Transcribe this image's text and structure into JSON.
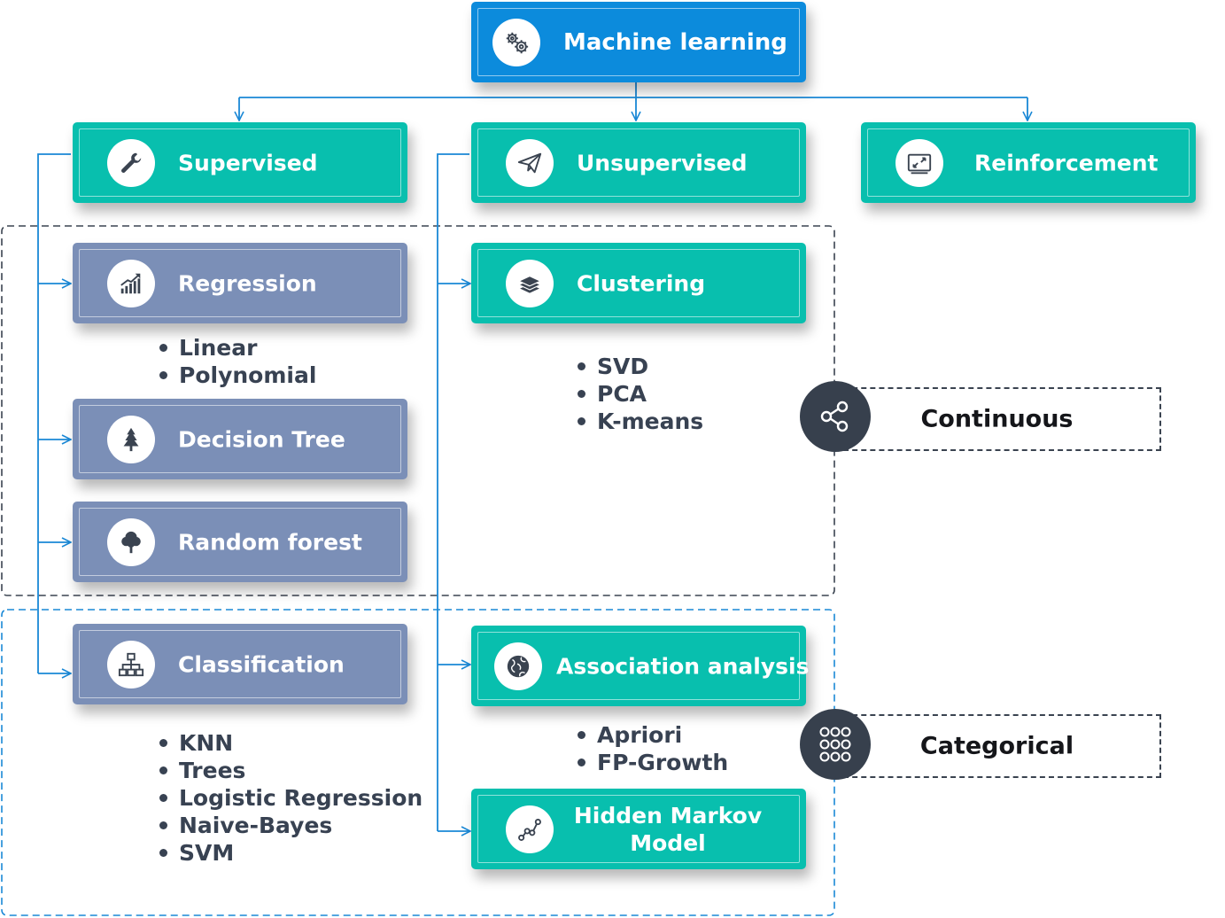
{
  "root": {
    "label": "Machine learning",
    "icon": "gears-icon"
  },
  "branches": {
    "supervised": {
      "label": "Supervised",
      "icon": "wrench-icon"
    },
    "unsupervised": {
      "label": "Unsupervised",
      "icon": "paper-plane-icon"
    },
    "reinforcement": {
      "label": "Reinforcement",
      "icon": "screen-arrows-icon"
    }
  },
  "supervised_methods": {
    "regression": {
      "label": "Regression",
      "icon": "growth-chart-icon",
      "items": [
        "Linear",
        "Polynomial"
      ]
    },
    "decision_tree": {
      "label": "Decision Tree",
      "icon": "pine-tree-icon"
    },
    "random_forest": {
      "label": "Random forest",
      "icon": "round-tree-icon"
    },
    "classification": {
      "label": "Classification",
      "icon": "hierarchy-icon",
      "items": [
        "KNN",
        "Trees",
        "Logistic Regression",
        "Naive-Bayes",
        "SVM"
      ]
    }
  },
  "unsupervised_methods": {
    "clustering": {
      "label": "Clustering",
      "icon": "layers-icon",
      "items": [
        "SVD",
        "PCA",
        "K-means"
      ]
    },
    "association": {
      "label": "Association analysis",
      "icon": "globe-icon",
      "items": [
        "Apriori",
        "FP-Growth"
      ]
    },
    "hmm": {
      "label": "Hidden Markov Model",
      "icon": "path-nodes-icon"
    }
  },
  "zones": {
    "continuous": {
      "label": "Continuous",
      "icon": "share-nodes-icon"
    },
    "categorical": {
      "label": "Categorical",
      "icon": "dot-grid-icon"
    }
  },
  "colors": {
    "root": "#0c8bdc",
    "teal": "#08bfae",
    "slate": "#7b8fb7",
    "connector": "#1a88d6",
    "zone_border": "#3a4350",
    "badge": "#37404d",
    "list_text": "#384252"
  }
}
